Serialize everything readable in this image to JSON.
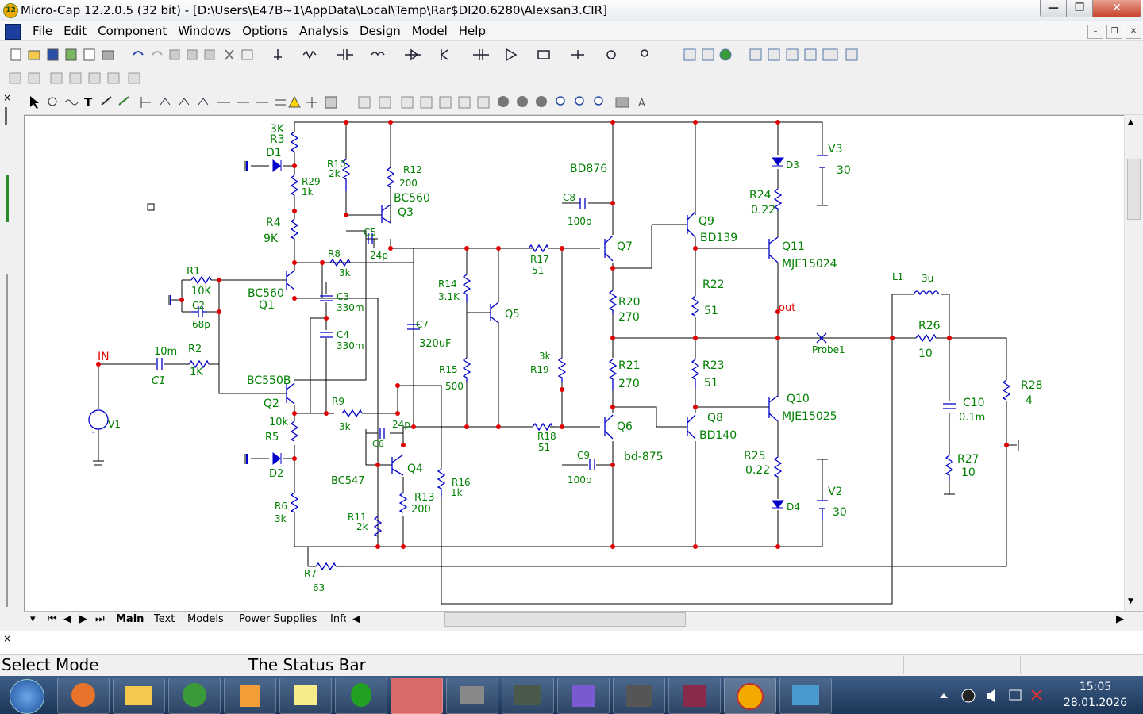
{
  "window": {
    "title": "Micro-Cap 12.2.0.5 (32 bit) - [D:\\Users\\E47B~1\\AppData\\Local\\Temp\\Rar$DI20.6280\\Alexsan3.CIR]",
    "app_icon_label": "12"
  },
  "menu": [
    "File",
    "Edit",
    "Component",
    "Windows",
    "Options",
    "Analysis",
    "Design",
    "Model",
    "Help"
  ],
  "schematic": {
    "resistors": [
      {
        "name": "R3",
        "value": "3K"
      },
      {
        "name": "R29",
        "value": "1k"
      },
      {
        "name": "R4",
        "value": "9K"
      },
      {
        "name": "R10",
        "value": "2k"
      },
      {
        "name": "R12",
        "value": "200"
      },
      {
        "name": "R1",
        "value": "10K"
      },
      {
        "name": "R8",
        "value": "3k"
      },
      {
        "name": "R2",
        "value": "1K"
      },
      {
        "name": "R9",
        "value": "3k"
      },
      {
        "name": "R5",
        "value": "10k"
      },
      {
        "name": "R6",
        "value": "3k"
      },
      {
        "name": "R11",
        "value": "2k"
      },
      {
        "name": "R13",
        "value": "200"
      },
      {
        "name": "R16",
        "value": "1k"
      },
      {
        "name": "R14",
        "value": "3.1K"
      },
      {
        "name": "R15",
        "value": "500"
      },
      {
        "name": "R17",
        "value": "51"
      },
      {
        "name": "R18",
        "value": "51"
      },
      {
        "name": "R19",
        "value": "3k"
      },
      {
        "name": "R20",
        "value": "270"
      },
      {
        "name": "R21",
        "value": "270"
      },
      {
        "name": "R22",
        "value": "51"
      },
      {
        "name": "R23",
        "value": "51"
      },
      {
        "name": "R24",
        "value": "0.22"
      },
      {
        "name": "R25",
        "value": "0.22"
      },
      {
        "name": "R26",
        "value": "10"
      },
      {
        "name": "R27",
        "value": "10"
      },
      {
        "name": "R28",
        "value": "4"
      },
      {
        "name": "R7",
        "value": "63"
      }
    ],
    "capacitors": [
      {
        "name": "C1",
        "value": "10m"
      },
      {
        "name": "C2",
        "value": "68p"
      },
      {
        "name": "C3",
        "value": "330m"
      },
      {
        "name": "C4",
        "value": "330m"
      },
      {
        "name": "C5",
        "value": "24p"
      },
      {
        "name": "C6",
        "value": "24p"
      },
      {
        "name": "C7",
        "value": "320uF"
      },
      {
        "name": "C8",
        "value": "100p"
      },
      {
        "name": "C9",
        "value": "100p"
      },
      {
        "name": "C10",
        "value": "0.1m"
      }
    ],
    "transistors": [
      {
        "name": "Q1",
        "model": "BC560"
      },
      {
        "name": "Q2",
        "model": "BC550B"
      },
      {
        "name": "Q3",
        "model": "BC560"
      },
      {
        "name": "Q4",
        "model": "BC547"
      },
      {
        "name": "Q5",
        "model": ""
      },
      {
        "name": "Q6",
        "model": "bd-875"
      },
      {
        "name": "Q7",
        "model": "BD876"
      },
      {
        "name": "Q8",
        "model": "BD140"
      },
      {
        "name": "Q9",
        "model": "BD139"
      },
      {
        "name": "Q10",
        "model": "MJE15025"
      },
      {
        "name": "Q11",
        "model": "MJE15024"
      }
    ],
    "diodes": [
      "D1",
      "D2",
      "D3",
      "D4"
    ],
    "sources": [
      {
        "name": "V1"
      },
      {
        "name": "V2",
        "value": "30"
      },
      {
        "name": "V3",
        "value": "30"
      }
    ],
    "inductor": {
      "name": "L1",
      "value": "3u"
    },
    "labels": {
      "in": "IN",
      "out": "out",
      "probe": "Probe1"
    }
  },
  "tabs": [
    "Main",
    "Text",
    "Models",
    "Power Supplies",
    "Info"
  ],
  "status": {
    "mode": "Select Mode",
    "message": "The Status Bar"
  },
  "clock": {
    "time": "15:05",
    "date": "28.01.2026"
  },
  "colors": {
    "wire": "#000000",
    "component": "#0000c8",
    "label": "#008000",
    "node": "#e00000"
  }
}
